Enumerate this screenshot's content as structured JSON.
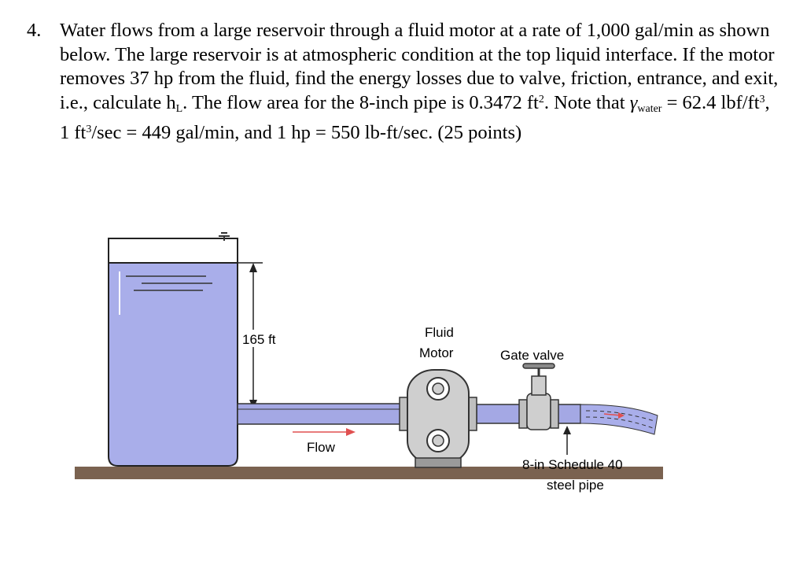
{
  "problem": {
    "number": "4.",
    "intro": "Water flows from a large reservoir through a fluid motor at a rate of 1,000 gal/min as shown below. The large reservoir is at atmospheric condition at the top liquid interface.  If the motor removes 37 hp from the fluid, find the energy losses due to valve, friction, entrance, and exit, i.e., calculate h",
    "hl_sub": "L",
    "after_hl": ". The flow area for the 8-inch pipe is 0.3472 ft",
    "area_sup": "2",
    "note_prefix": ". Note that ",
    "gamma_symbol": "γ",
    "gamma_sub": "water",
    "gamma_value": " = 62.4 lbf/ft",
    "gamma_sup": "3",
    "flow_conv_a": ", 1 ft",
    "flow_conv_sup": "3",
    "flow_conv_b": "/sec = 449 gal/min, and 1 hp = 550 lb-ft/sec. (25 points)"
  },
  "figure": {
    "height_label": "165 ft",
    "motor_label_line1": "Fluid",
    "motor_label_line2": "Motor",
    "valve_label": "Gate valve",
    "flow_label": "Flow",
    "pipe_label_line1": "8-in Schedule 40",
    "pipe_label_line2": "steel pipe",
    "colors": {
      "water": "#a9aeea",
      "pipe": "#a4a8e4",
      "ground": "#7a6250",
      "flow_arrow": "#e05050",
      "motor": "#cfcfcf"
    }
  }
}
